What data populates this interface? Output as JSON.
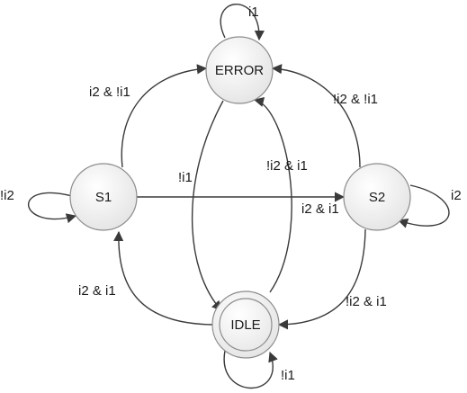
{
  "states": {
    "error": "ERROR",
    "s1": "S1",
    "s2": "S2",
    "idle": "IDLE"
  },
  "transitions": {
    "error_self": "i1",
    "s1_to_error": "i2 & !i1",
    "s2_to_error": "!i2 & !i1",
    "s1_self": "!i2",
    "s2_self": "i2",
    "error_to_idle": "!i1",
    "idle_to_error": "!i2 & i1",
    "s1_to_s2": "i2 & i1",
    "idle_to_s1": "i2 & i1",
    "s2_to_idle": "!i2 & i1",
    "idle_self": "!i1"
  }
}
